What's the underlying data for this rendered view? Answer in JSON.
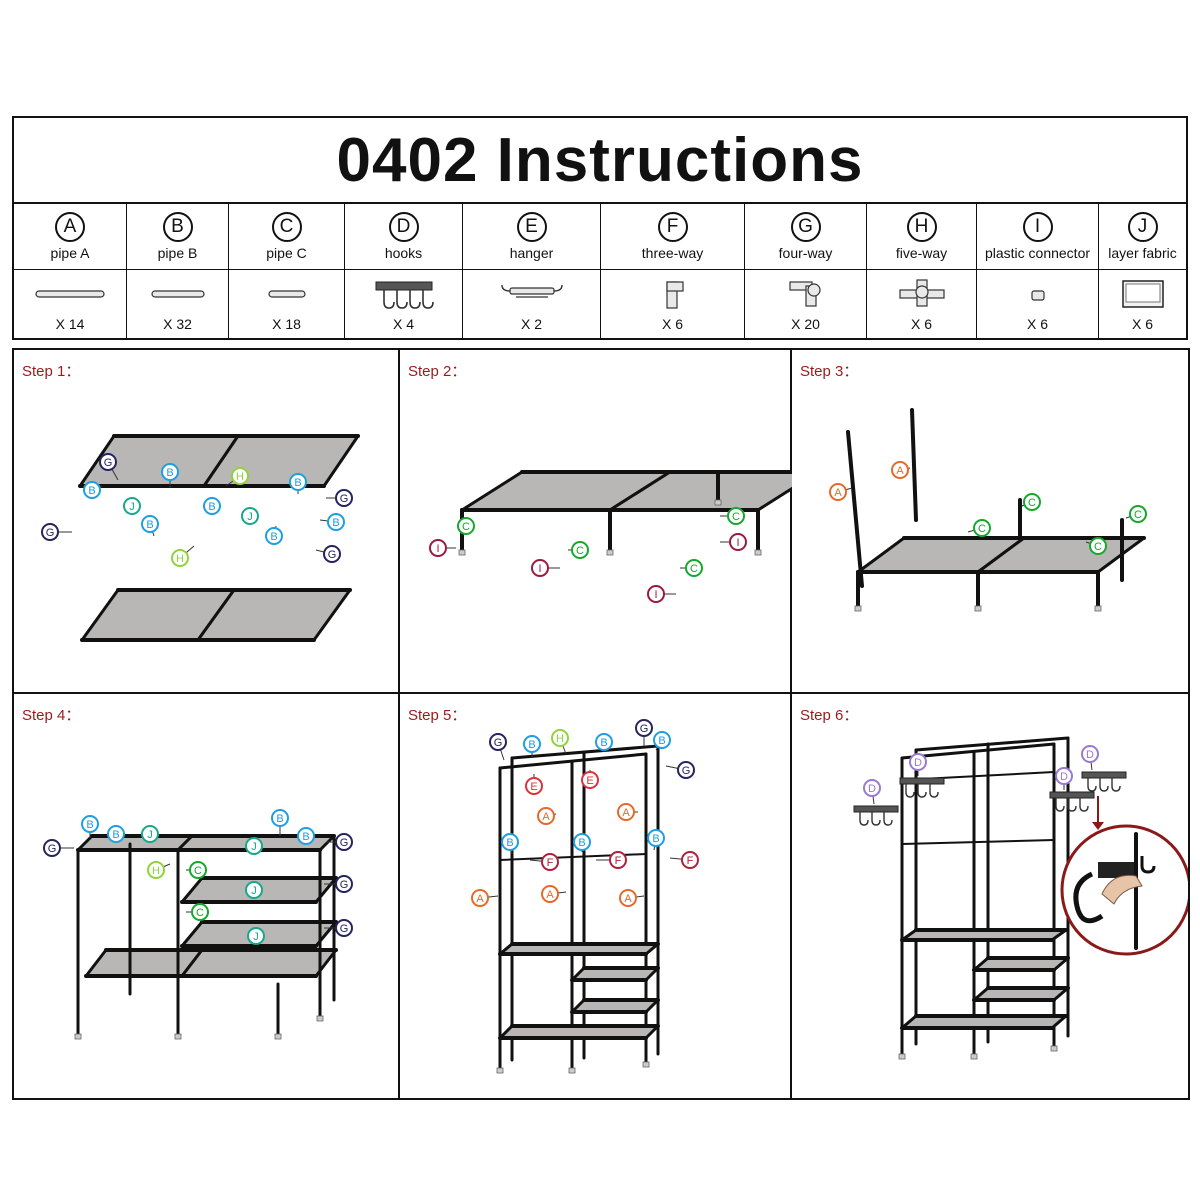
{
  "title": "0402 Instructions",
  "parts": [
    {
      "letter": "A",
      "name": "pipe A",
      "qty": "X 14",
      "icon": "long-pipe"
    },
    {
      "letter": "B",
      "name": "pipe B",
      "qty": "X 32",
      "icon": "medium-pipe"
    },
    {
      "letter": "C",
      "name": "pipe C",
      "qty": "X 18",
      "icon": "short-pipe"
    },
    {
      "letter": "D",
      "name": "hooks",
      "qty": "X 4",
      "icon": "hooks"
    },
    {
      "letter": "E",
      "name": "hanger",
      "qty": "X 2",
      "icon": "hanger"
    },
    {
      "letter": "F",
      "name": "three-way",
      "qty": "X 6",
      "icon": "three-way-connector"
    },
    {
      "letter": "G",
      "name": "four-way",
      "qty": "X 20",
      "icon": "four-way-connector"
    },
    {
      "letter": "H",
      "name": "five-way",
      "qty": "X 6",
      "icon": "five-way-connector"
    },
    {
      "letter": "I",
      "name": "plastic connector",
      "qty": "X 6",
      "icon": "plastic-connector"
    },
    {
      "letter": "J",
      "name": "layer fabric",
      "qty": "X 6",
      "icon": "layer-fabric"
    }
  ],
  "steps": [
    {
      "label": "Step 1："
    },
    {
      "label": "Step 2："
    },
    {
      "label": "Step 3："
    },
    {
      "label": "Step 4："
    },
    {
      "label": "Step 5："
    },
    {
      "label": "Step 6："
    }
  ],
  "colors": {
    "step_label": "#9b1b1b",
    "A": "#e8682a",
    "B": "#1e9fe0",
    "C": "#16a82d",
    "D": "#9a7ad0",
    "E": "#e0303a",
    "F": "#b0203a",
    "G": "#25245e",
    "H": "#8fd43c",
    "I": "#9b1b3f",
    "J": "#16a88a",
    "fabric": "#b8b7b5",
    "frame": "#111111"
  }
}
